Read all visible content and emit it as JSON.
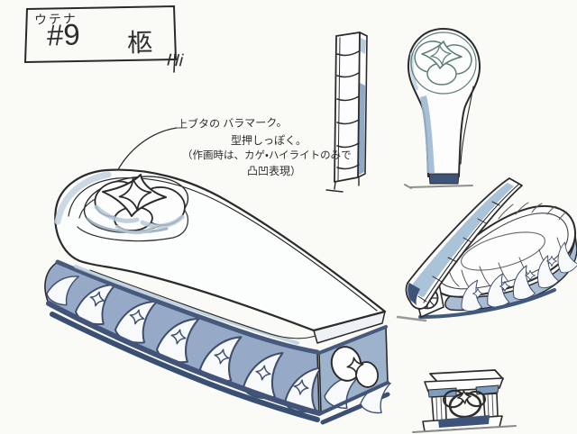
{
  "sheet": {
    "series_title": "ウテナ",
    "cut_number": "#9",
    "subject": "柩",
    "signature": "Hi",
    "annotation": {
      "line1": "上ブタの バラマーク。",
      "line2": "型押しっぽく。",
      "line3": "（作画時は、カゲ・ハイライトのみで",
      "line4": "凸凹表現）"
    },
    "palette": {
      "paper": "#fafaf6",
      "ink": "#2b2b2b",
      "band_ink": "#3e4e6e",
      "wash_light": "#b7cbdc",
      "wash_mid": "#8fa9c6",
      "wash_dark": "#52679a",
      "wash_navy": "#3d5377",
      "teal_ink": "#5d807a"
    }
  }
}
